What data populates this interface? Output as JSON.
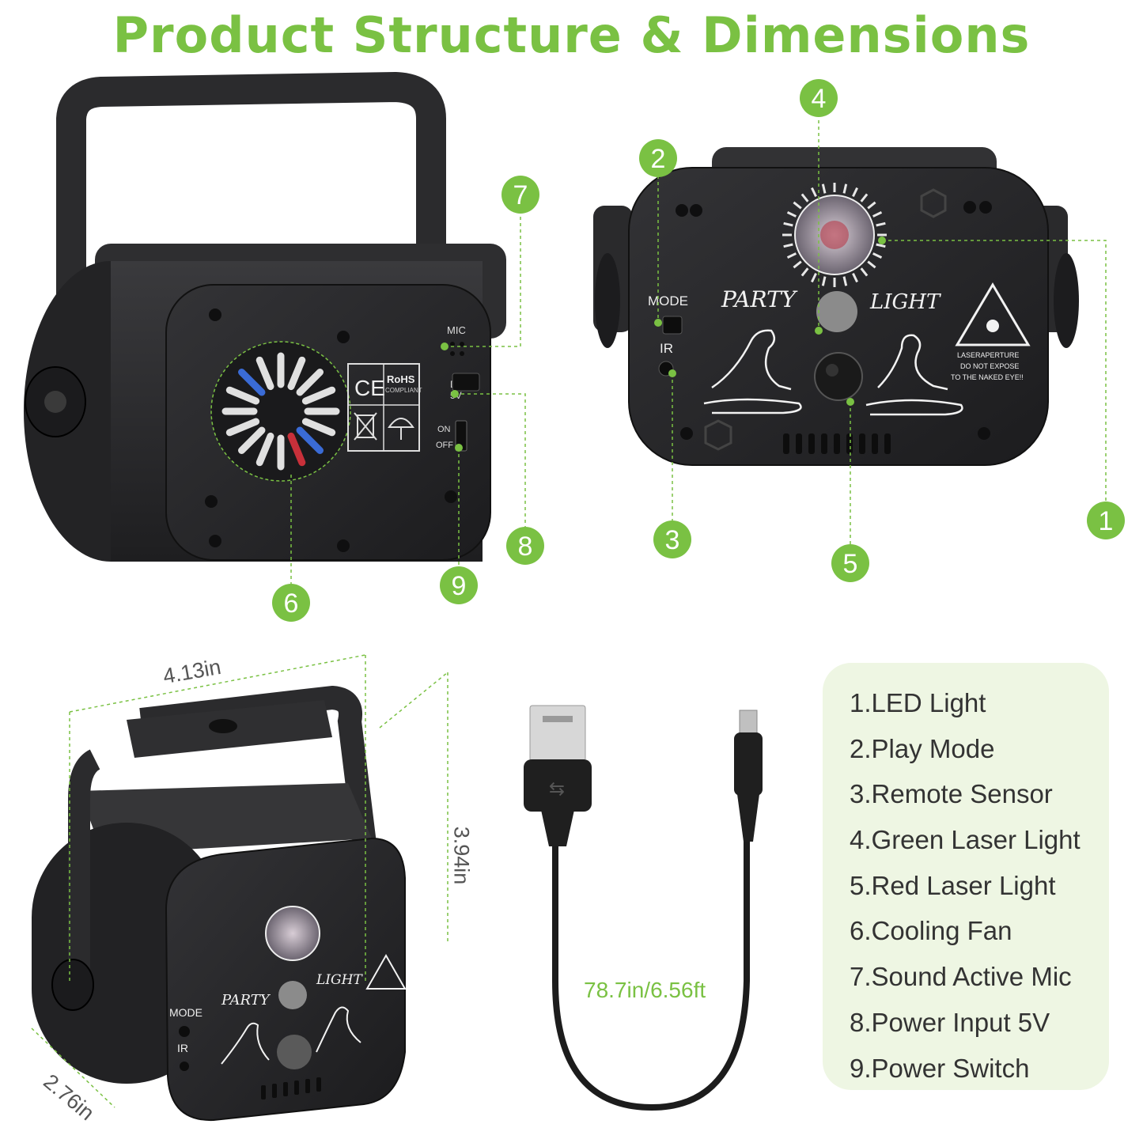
{
  "title": "Product Structure & Dimensions",
  "device": {
    "rear_panel": {
      "mic_label": "MIC",
      "dc_label": "DC",
      "volt_label": "5V",
      "on_label": "ON",
      "off_label": "OFF",
      "ce_mark": "CE",
      "rohs_label": "RoHS",
      "rohs_sub": "COMPLIANT"
    },
    "front_panel": {
      "mode_label": "MODE",
      "ir_label": "IR",
      "party_text": "PARTY",
      "light_text": "LIGHT",
      "warning_line1": "LASERAPERTURE",
      "warning_line2": "DO NOT EXPOSE",
      "warning_line3": "TO THE NAKED EYE!!"
    }
  },
  "callouts": [
    "1",
    "2",
    "3",
    "4",
    "5",
    "6",
    "7",
    "8",
    "9"
  ],
  "legend": [
    "1.LED Light",
    "2.Play Mode",
    "3.Remote Sensor",
    "4.Green Laser Light",
    "5.Red Laser Light",
    "6.Cooling Fan",
    "7.Sound Active Mic",
    "8.Power Input 5V",
    "9.Power Switch"
  ],
  "dimensions": {
    "width": "4.13in",
    "height": "3.94in",
    "depth": "2.76in"
  },
  "cable": {
    "length": "78.7in/6.56ft"
  },
  "colors": {
    "accent": "#7ac143",
    "device_body": "#2a2a2c",
    "legend_bg": "#eef6e3"
  }
}
